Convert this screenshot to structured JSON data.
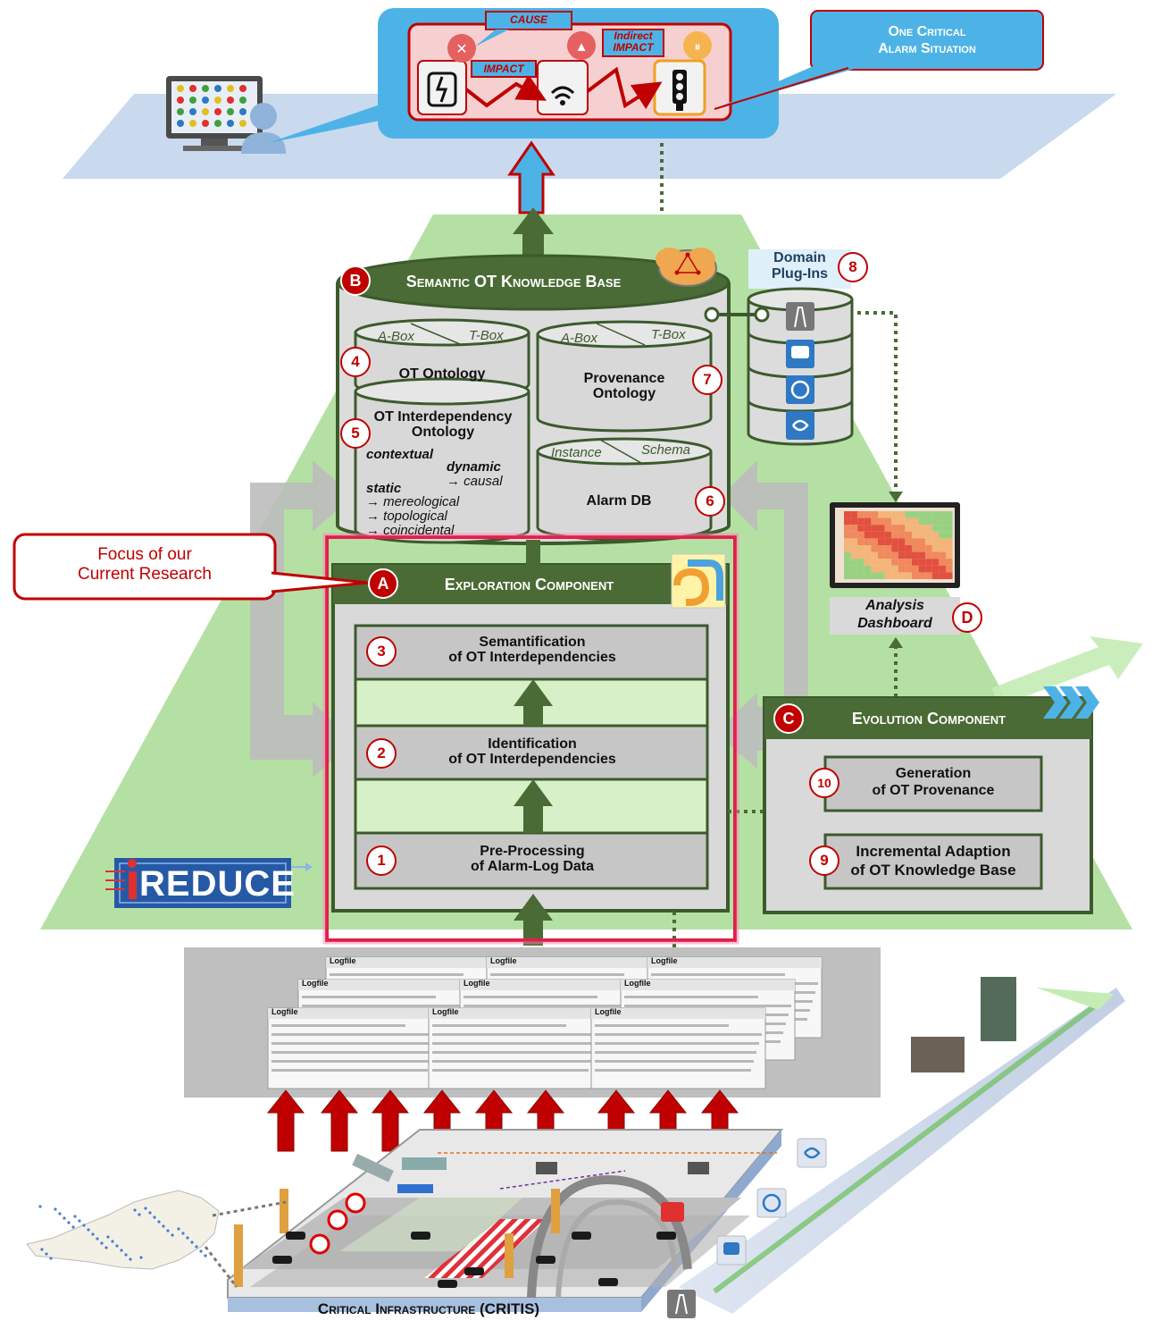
{
  "top_panel": {
    "cause_label": "CAUSE",
    "impact_label": "IMPACT",
    "indirect_impact_line1": "Indirect",
    "indirect_impact_line2": "IMPACT",
    "callout_line1": "One Critical",
    "callout_line2": "Alarm Situation"
  },
  "knowledge_base": {
    "marker": "B",
    "title": "Semantic OT Knowledge Base",
    "ot_ontology": {
      "abox": "A-Box",
      "tbox": "T-Box",
      "label": "OT Ontology",
      "number": "4"
    },
    "provenance": {
      "abox": "A-Box",
      "tbox": "T-Box",
      "line1": "Provenance",
      "line2": "Ontology",
      "number": "7"
    },
    "interdependency": {
      "line1": "OT Interdependency",
      "line2": "Ontology",
      "number": "5",
      "contextual": "contextual",
      "dynamic": "dynamic",
      "causal": "→ causal",
      "static": "static",
      "mereological": "→ mereological",
      "topological": "→ topological",
      "coincidental": "→ coincidental"
    },
    "alarm_db": {
      "instance": "Instance",
      "schema": "Schema",
      "label": "Alarm DB",
      "number": "6"
    }
  },
  "plugins": {
    "line1": "Domain",
    "line2": "Plug-Ins",
    "number": "8"
  },
  "focus_callout": {
    "line1": "Focus of our",
    "line2": "Current Research"
  },
  "exploration": {
    "marker": "A",
    "title": "Exploration Component",
    "steps": [
      {
        "number": "3",
        "line1": "Semantification",
        "line2": "of OT Interdependencies"
      },
      {
        "number": "2",
        "line1": "Identification",
        "line2": "of OT Interdependencies"
      },
      {
        "number": "1",
        "line1": "Pre-Processing",
        "line2": "of Alarm-Log Data"
      }
    ]
  },
  "dashboard": {
    "marker": "D",
    "line1": "Analysis",
    "line2": "Dashboard"
  },
  "evolution": {
    "marker": "C",
    "title": "Evolution Component",
    "steps": [
      {
        "number": "10",
        "line1": "Generation",
        "line2": "of OT Provenance"
      },
      {
        "number": "9",
        "line1": "Incremental Adaption",
        "line2": "of OT Knowledge Base"
      }
    ]
  },
  "logo": {
    "text": "REDUCE"
  },
  "logfiles": {
    "header": "Logfile"
  },
  "critis": {
    "label": "Critical Infrastructure (CRITIS)"
  },
  "colors": {
    "pyramid_green": "#b5e0a4",
    "dark_green": "#4a6b35",
    "accent_red": "#c00000",
    "sky_blue": "#4db3e6",
    "grey_box": "#d0d0d0"
  }
}
